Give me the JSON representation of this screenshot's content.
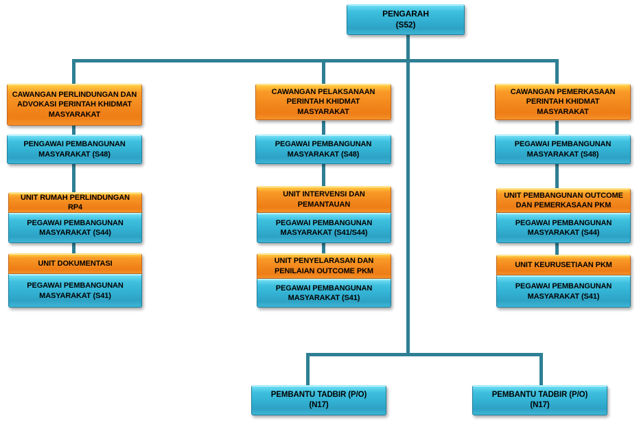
{
  "chart_data": {
    "type": "diagram",
    "title": "Carta Organisasi Perintah Khidmat Masyarakat",
    "orientation": "top-down",
    "colors": {
      "blue_box": "#32b0d2",
      "orange_box": "#f2881d",
      "connector": "#2e7f94",
      "text": "#000000",
      "background": "#ffffff"
    }
  },
  "root": {
    "line1": "PENGARAH",
    "line2": "(S52)"
  },
  "branches": [
    {
      "head": "CAWANGAN PERLINDUNGAN DAN\nADVOKASI PERINTAH KHIDMAT\nMASYARAKAT",
      "officer": "PENGAWAI PEMBANGUNAN\nMASYARAKAT (S48)",
      "units": [
        {
          "unit": "UNIT RUMAH PERLINDUNGAN RP4",
          "officer": "PEGAWAI PEMBANGUNAN\nMASYARAKAT (S44)"
        },
        {
          "unit": "UNIT DOKUMENTASI",
          "officer": "PEGAWAI PEMBANGUNAN\nMASYARAKAT (S41)"
        }
      ]
    },
    {
      "head": "CAWANGAN PELAKSANAAN\nPERINTAH KHIDMAT MASYARAKAT",
      "officer": "PEGAWAI PEMBANGUNAN\nMASYARAKAT (S48)",
      "units": [
        {
          "unit": "UNIT INTERVENSI DAN\nPEMANTAUAN",
          "officer": "PEGAWAI PEMBANGUNAN\nMASYARAKAT (S41/S44)"
        },
        {
          "unit": "UNIT PENYELARASAN DAN\nPENILAIAN OUTCOME  PKM",
          "officer": "PEGAWAI PEMBANGUNAN\nMASYARAKAT (S41)"
        }
      ]
    },
    {
      "head": "CAWANGAN  PEMERKASAAN\nPERINTAH KHIDMAT MASYARAKAT",
      "officer": "PEGAWAI PEMBANGUNAN\nMASYARAKAT (S48)",
      "units": [
        {
          "unit": "UNIT PEMBANGUNAN OUTCOME\nDAN PEMERKASAAN PKM",
          "officer": "PEGAWAI PEMBANGUNAN\nMASYARAKAT (S44)"
        },
        {
          "unit": "UNIT KEURUSETIAAN PKM",
          "officer": "PEGAWAI PEMBANGUNAN\nMASYARAKAT (S41)"
        }
      ]
    }
  ],
  "support": [
    {
      "line1": "PEMBANTU TADBIR (P/O)",
      "line2": "(N17)"
    },
    {
      "line1": "PEMBANTU TADBIR (P/O)",
      "line2": "(N17)"
    }
  ]
}
